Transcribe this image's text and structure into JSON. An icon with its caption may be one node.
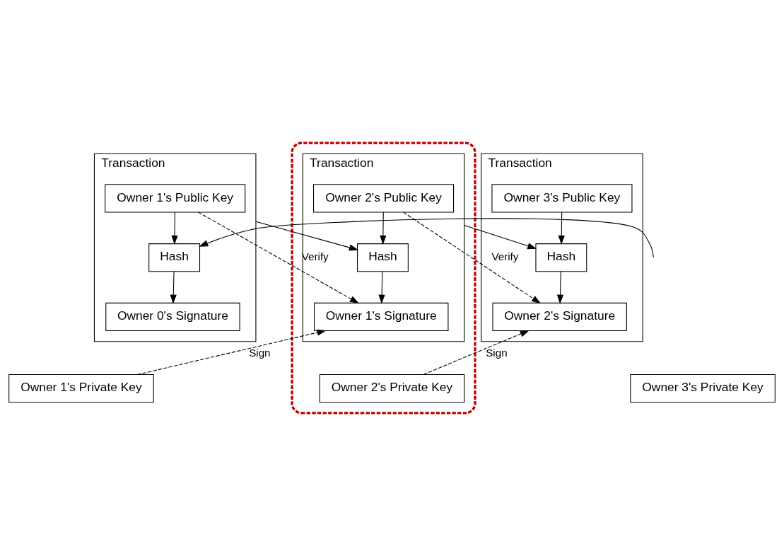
{
  "diagram": {
    "nodes": [
      {
        "text": [
          "Transaction"
        ]
      },
      {
        "text": [
          "Owner 1's Public Key"
        ],
        "in": 0
      },
      {
        "text": [
          "Hash"
        ],
        "in": 0
      },
      {
        "text": [
          "Owner 0's Signature"
        ],
        "in": 0
      },
      {
        "text": [],
        "shape": "box"
      },
      {
        "text": [
          "Transaction"
        ],
        "in": 4
      },
      {
        "text": [
          "Owner 2's Public Key"
        ],
        "in": 5
      },
      {
        "text": [
          "Hash"
        ],
        "in": 5
      },
      {
        "text": [
          "Owner 1's Signature"
        ],
        "in": 5
      },
      {
        "text": [
          "Transaction"
        ]
      },
      {
        "text": [
          "Owner 3's Public Key"
        ],
        "in": 9
      },
      {
        "text": [
          "Hash"
        ],
        "in": 9
      },
      {
        "text": [
          "Owner 2's Signature"
        ],
        "in": 9
      },
      {
        "text": [
          "Owner 1's Private Key"
        ]
      },
      {
        "text": [
          "Owner 2's Private Key"
        ],
        "in": 4
      },
      {
        "text": [
          "Owner 3's Private Key"
        ]
      }
    ],
    "edges": [
      {
        "from": null,
        "to": 2,
        "arrow": "to"
      },
      {
        "from": 1,
        "to": 2,
        "arrow": "to"
      },
      {
        "from": 2,
        "to": 3,
        "arrow": "to"
      },
      {
        "from": 0,
        "to": 7,
        "arrow": "to"
      },
      {
        "from": 6,
        "to": 7,
        "arrow": "to"
      },
      {
        "from": 7,
        "to": 8,
        "arrow": "to"
      },
      {
        "from": 1,
        "to": 8,
        "arrow": "to",
        "label": "Verify",
        "style": "dashed"
      },
      {
        "from": 13,
        "to": 8,
        "arrow": "to",
        "label": "Sign",
        "style": "dashed"
      },
      {
        "from": 5,
        "to": 11,
        "arrow": "to"
      },
      {
        "from": 10,
        "to": 11,
        "arrow": "to"
      },
      {
        "from": 11,
        "to": 12,
        "arrow": "to"
      },
      {
        "from": 6,
        "to": 12,
        "arrow": "to",
        "label": "Verify",
        "style": "dashed"
      },
      {
        "from": 14,
        "to": 12,
        "arrow": "to",
        "label": "Sign",
        "style": "dashed"
      }
    ]
  }
}
